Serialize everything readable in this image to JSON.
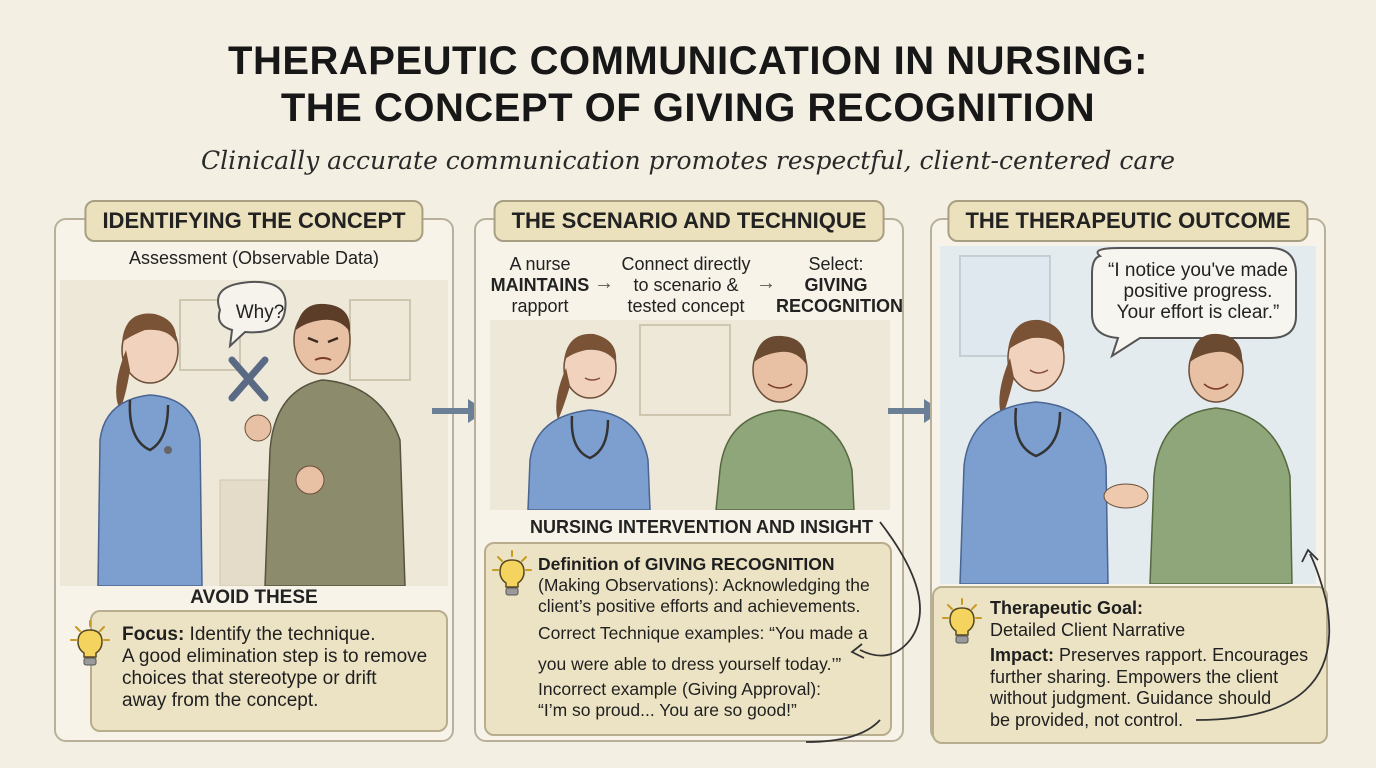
{
  "title": {
    "line1": "THERAPEUTIC COMMUNICATION IN NURSING:",
    "line2": "THE CONCEPT OF GIVING RECOGNITION"
  },
  "subtitle": "Clinically accurate communication promotes respectful, client-centered care",
  "panel1": {
    "header": "IDENTIFYING THE CONCEPT",
    "assessment": "Assessment (Observable Data)",
    "bubble": "Why?",
    "avoid": "AVOID THESE",
    "focus_label": "Focus:",
    "focus_text1": " Identify the technique.",
    "focus_text2": "A good elimination step is to remove",
    "focus_text3": "choices that stereotype or drift",
    "focus_text4": "away from the concept."
  },
  "panel2": {
    "header": "THE SCENARIO AND TECHNIQUE",
    "step1_a": "A nurse",
    "step1_b": "MAINTAINS",
    "step1_c": "rapport",
    "step2_a": "Connect directly",
    "step2_b": "to scenario &",
    "step2_c": "tested concept",
    "step3_a": "Select:",
    "step3_b": "GIVING",
    "step3_c": "RECOGNITION",
    "intervention": "NURSING INTERVENTION AND INSIGHT",
    "def_title": "Definition of GIVING RECOGNITION",
    "def_line1": "(Making Observations): Acknowledging the",
    "def_line2": "client’s positive efforts and achievements.",
    "correct_line1": "Correct Technique examples: “You made a",
    "correct_line2": "you were able to dress yourself today.’”",
    "incorrect_line1": "Incorrect example (Giving Approval):",
    "incorrect_line2": "“I’m so proud... You are so good!”"
  },
  "panel3": {
    "header": "THE THERAPEUTIC OUTCOME",
    "bubble_line1": "“I notice you've made",
    "bubble_line2": "positive progress.",
    "bubble_line3": "Your effort is clear.”",
    "goal_label": "Therapeutic Goal:",
    "goal_text": "Detailed Client Narrative",
    "impact_label": "Impact:",
    "impact_line1": " Preserves rapport. Encourages",
    "impact_line2": "further sharing. Empowers the client",
    "impact_line3": "without judgment. Guidance should",
    "impact_line4": "be provided, not control."
  },
  "colors": {
    "scrubs": "#7d9fd0",
    "client_shirt_angry": "#8c8b6c",
    "client_shirt_calm": "#8fa67a",
    "header_fill": "#ece1bd",
    "box_fill": "#ece3c4"
  }
}
